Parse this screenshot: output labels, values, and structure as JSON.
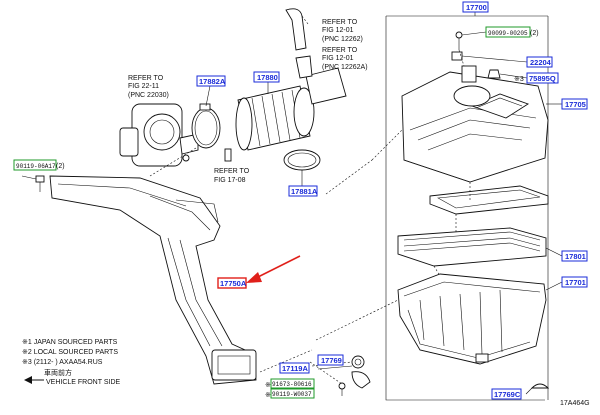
{
  "refer": {
    "left": [
      "REFER TO",
      "FIG 22-11",
      "(PNC 22030)"
    ],
    "top1": [
      "REFER TO",
      "FIG 12-01",
      "(PNC 12262)"
    ],
    "top2": [
      "REFER TO",
      "FIG 12-01",
      "(PNC 12262A)"
    ],
    "bottom": [
      "REFER TO",
      "FIG 17-08"
    ]
  },
  "callouts": {
    "c17700": "17700",
    "c90099": "90099-00205",
    "c90099_mark": "(2)",
    "c22204": "22204",
    "c75895": "75895Q",
    "c75895_mark": "※3",
    "c17705": "17705",
    "c17882": "17882A",
    "c17880": "17880",
    "c17881": "17881A",
    "c90119": "90119-06A17",
    "c90119_mark": "(2)",
    "c17750": "17750A",
    "c17801": "17801",
    "c17701": "17701",
    "c17769": "17769",
    "c17119": "17119A",
    "c91673": "91673-80616",
    "c91673_mark": "※",
    "c90119b": "90119-W0037",
    "c90119b_mark": "※",
    "c17769c": "17769C"
  },
  "legend": {
    "l1": "※1 JAPAN SOURCED PARTS",
    "l2": "※2 LOCAL SOURCED PARTS",
    "l3": "※3 (2112-     ) AXAA54.RUS",
    "arrow_label": "車両前方",
    "arrow_caption": "VEHICLE FRONT SIDE"
  },
  "figure_id": "17A464G",
  "colors": {
    "callout_blue": "#1a2bd8",
    "callout_green": "#1f9a2a",
    "highlight_red": "#e0201a"
  }
}
